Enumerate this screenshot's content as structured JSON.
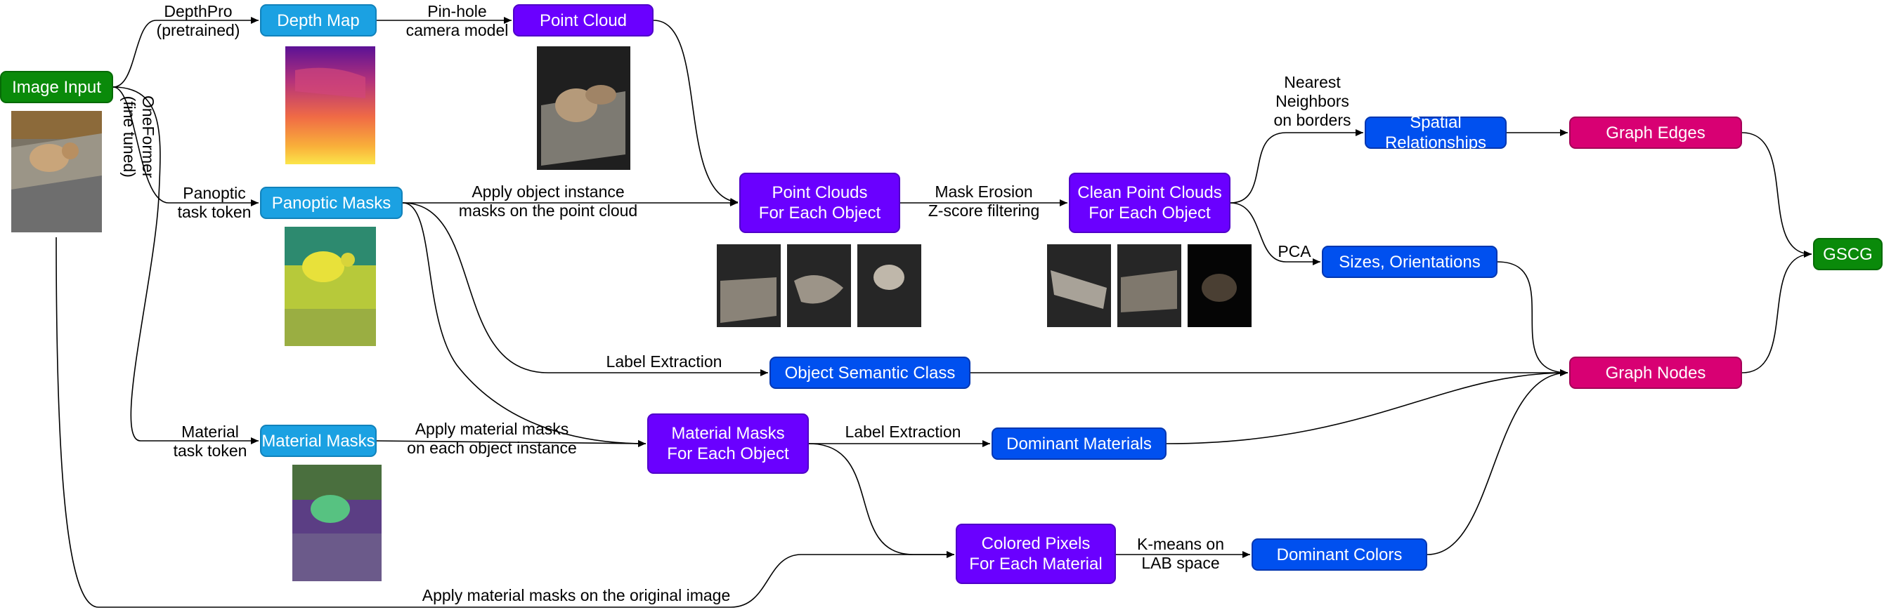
{
  "nodes": {
    "image_input": "Image Input",
    "depth_map": "Depth Map",
    "point_cloud": "Point Cloud",
    "panoptic_masks": "Panoptic Masks",
    "material_masks": "Material Masks",
    "point_clouds_each": [
      "Point Clouds",
      "For Each Object"
    ],
    "clean_point_clouds": [
      "Clean Point Clouds",
      "For Each Object"
    ],
    "material_masks_each": [
      "Material Masks",
      "For Each Object"
    ],
    "colored_pixels": [
      "Colored Pixels",
      "For Each Material"
    ],
    "spatial_relationships": "Spatial Relationships",
    "sizes_orientations": "Sizes, Orientations",
    "object_semantic_class": "Object Semantic Class",
    "dominant_materials": "Dominant Materials",
    "dominant_colors": "Dominant Colors",
    "graph_edges": "Graph Edges",
    "graph_nodes": "Graph Nodes",
    "gscg": "GSCG"
  },
  "edge_labels": {
    "depthpro": [
      "DepthPro",
      "(pretrained)"
    ],
    "pinhole": [
      "Pin-hole",
      "camera model"
    ],
    "oneformer": [
      "OneFormer",
      "(fine tuned)"
    ],
    "panoptic_token": [
      "Panoptic",
      "task token"
    ],
    "material_token": [
      "Material",
      "task token"
    ],
    "apply_instance": [
      "Apply object instance",
      "masks on the point cloud"
    ],
    "mask_erosion": [
      "Mask Erosion",
      "Z-score filtering"
    ],
    "nearest_neighbors": [
      "Nearest",
      "Neighbors",
      "on borders"
    ],
    "pca": "PCA",
    "label_extraction_1": "Label Extraction",
    "apply_material": [
      "Apply material masks",
      "on each object instance"
    ],
    "label_extraction_2": "Label Extraction",
    "kmeans": [
      "K-means on",
      "LAB space"
    ],
    "apply_original": "Apply material masks on the original image"
  },
  "colors": {
    "green": "#0a8a0a",
    "cyan": "#1ba1e2",
    "purple": "#6a00ff",
    "blue": "#0050ef",
    "pink": "#d80073"
  }
}
